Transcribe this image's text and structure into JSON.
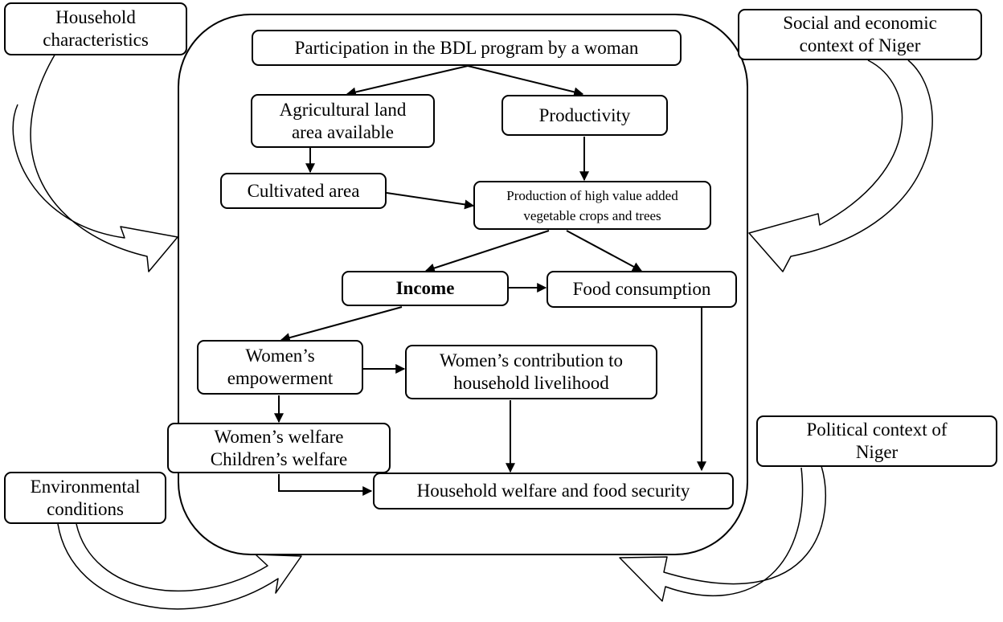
{
  "context": {
    "household": [
      "Household",
      "characteristics"
    ],
    "social_economic": [
      "Social and economic",
      "context of Niger"
    ],
    "political": [
      "Political context of",
      "Niger"
    ],
    "environmental": [
      "Environmental",
      "conditions"
    ]
  },
  "nodes": {
    "participation": "Participation in the BDL program by a woman",
    "land": [
      "Agricultural land",
      "area available"
    ],
    "productivity": "Productivity",
    "cultivated": "Cultivated area",
    "production": [
      "Production of high value added",
      "vegetable crops and trees"
    ],
    "income": "Income",
    "food_consumption": "Food consumption",
    "empowerment": [
      "Women’s",
      "empowerment"
    ],
    "contribution": [
      "Women’s contribution to",
      "household livelihood"
    ],
    "welfare": [
      "Women’s welfare",
      "Children’s welfare"
    ],
    "household_welfare": "Household welfare and food security"
  },
  "colors": {
    "line": "#000000",
    "background": "#ffffff"
  }
}
